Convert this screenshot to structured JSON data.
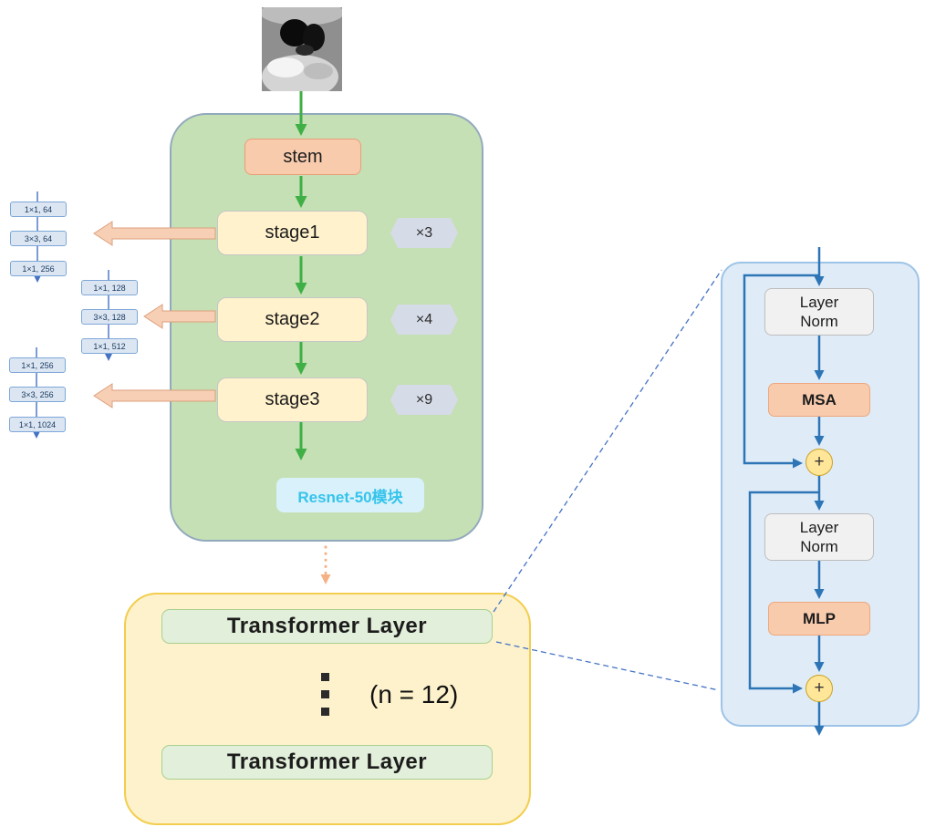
{
  "colors": {
    "resnet_container_fill": "#c5e0b4",
    "transformer_container_fill": "#fdf2cc",
    "transformer_container_border": "#f2ce4e",
    "detail_container_fill": "#dfecf8",
    "detail_container_border": "#9dc3e6",
    "stem_fill": "#f8cbad",
    "stage_fill": "#fff2cc",
    "multiplier_badge_fill": "#d5dbe7",
    "conv_spec_fill": "#dce6f2",
    "transformer_layer_fill": "#e2efda",
    "layer_norm_fill": "#f1f1f1",
    "msa_mlp_fill": "#f8cbad",
    "add_circle_fill": "#ffe699",
    "green_arrow": "#3faf46",
    "blue_arrow": "#2e75b6",
    "dashed_connector": "#4472c4",
    "dotted_arrow": "#f4b183",
    "resnet_label_text": "#35c4ec"
  },
  "resnet": {
    "stem_label": "stem",
    "module_label": "Resnet-50模块",
    "stages": [
      {
        "label": "stage1",
        "multiplier": "×3"
      },
      {
        "label": "stage2",
        "multiplier": "×4"
      },
      {
        "label": "stage3",
        "multiplier": "×9"
      }
    ],
    "conv_specs": [
      {
        "rows": [
          "1×1,  64",
          "3×3,  64",
          "1×1,  256"
        ]
      },
      {
        "rows": [
          "1×1,  128",
          "3×3,  128",
          "1×1,  512"
        ]
      },
      {
        "rows": [
          "1×1,  256",
          "3×3,  256",
          "1×1,  1024"
        ]
      }
    ]
  },
  "transformer_stack": {
    "top_layer_label": "Transformer Layer",
    "bottom_layer_label": "Transformer Layer",
    "repeat_count_label": "(n = 12)"
  },
  "transformer_block": {
    "layer_norm_1": "Layer\nNorm",
    "msa_label": "MSA",
    "add_1": "+",
    "layer_norm_2": "Layer\nNorm",
    "mlp_label": "MLP",
    "add_2": "+"
  }
}
